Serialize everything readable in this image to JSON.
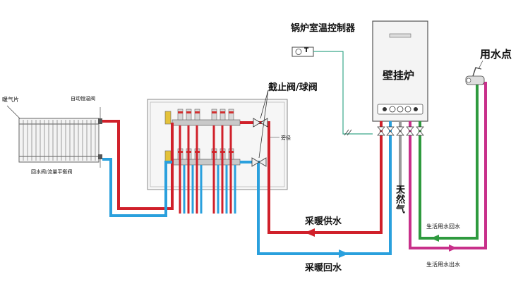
{
  "labels": {
    "radiator": "暖气片",
    "thermostatic_valve": "自动恒温阀",
    "return_balance_valve": "回水阀/流量平衡阀",
    "boiler_thermostat": "锅炉室温控制器",
    "thermostat_symbol": "T",
    "boiler": "壁挂炉",
    "stop_ball_valve": "截止阀/球阀",
    "bypass": "旁径",
    "heating_supply": "采暖供水",
    "heating_return": "采暖回水",
    "natural_gas": "天然气",
    "water_point": "用水点",
    "domestic_return": "生活用水回水",
    "domestic_outlet": "生活用水出水"
  },
  "colors": {
    "supply": "#d0202a",
    "return": "#2aa0dd",
    "domestic_hot": "#c8308a",
    "domestic_green": "#2e9a3e",
    "gas": "#9a9a9a",
    "control_wire": "#3aa88a"
  }
}
